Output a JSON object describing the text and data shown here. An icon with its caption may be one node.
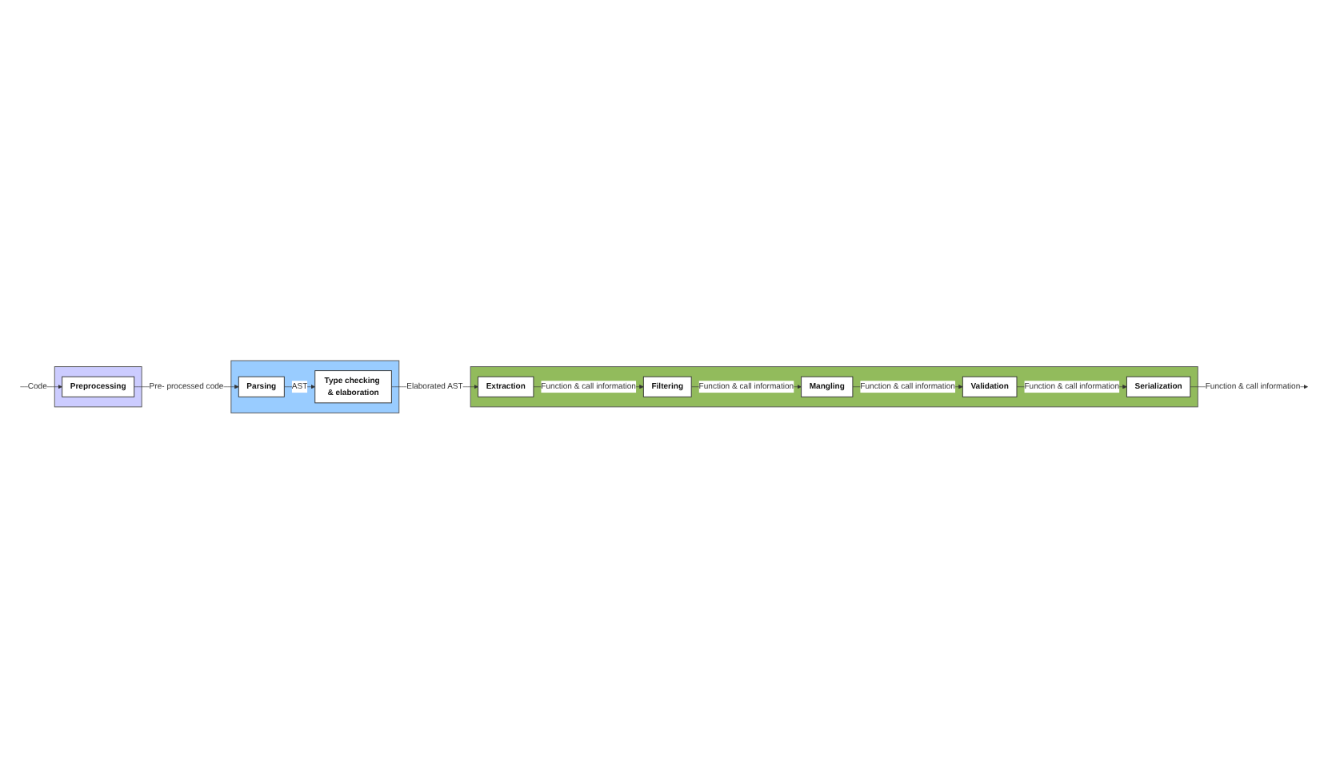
{
  "diagram": {
    "nodes": [
      {
        "text": [],
        "shape": "box"
      },
      {
        "text": [
          "Preprocessing"
        ],
        "in": 0
      },
      {
        "text": [],
        "shape": "box"
      },
      {
        "text": [
          "Parsing"
        ],
        "in": 2
      },
      {
        "text": [
          "Type checking & elaboration"
        ],
        "in": 2
      },
      {
        "text": [],
        "shape": "box"
      },
      {
        "text": [
          "Extraction"
        ],
        "in": 5
      },
      {
        "text": [
          "Filtering"
        ],
        "in": 5
      },
      {
        "text": [
          "Mangling"
        ],
        "in": 5
      },
      {
        "text": [
          "Validation"
        ],
        "in": 5
      },
      {
        "text": [
          "Serialization"
        ],
        "in": 5
      }
    ],
    "edges": [
      {
        "from": null,
        "to": 1,
        "arrow": "to",
        "label": "Code"
      },
      {
        "from": 1,
        "to": 3,
        "arrow": "to",
        "label": "Pre- processed code"
      },
      {
        "from": 3,
        "to": 4,
        "arrow": "to",
        "label": "AST"
      },
      {
        "from": 4,
        "to": 6,
        "arrow": "to",
        "label": "Elaborated AST"
      },
      {
        "from": 6,
        "to": 7,
        "arrow": "to",
        "label": "Function & call information"
      },
      {
        "from": 7,
        "to": 8,
        "arrow": "to",
        "label": "Function & call information"
      },
      {
        "from": 8,
        "to": 9,
        "arrow": "to",
        "label": "Function & call information"
      },
      {
        "from": 9,
        "to": 10,
        "arrow": "to",
        "label": "Function & call information"
      },
      {
        "from": 10,
        "to": null,
        "arrow": "to",
        "label": "Function & call information"
      }
    ]
  }
}
